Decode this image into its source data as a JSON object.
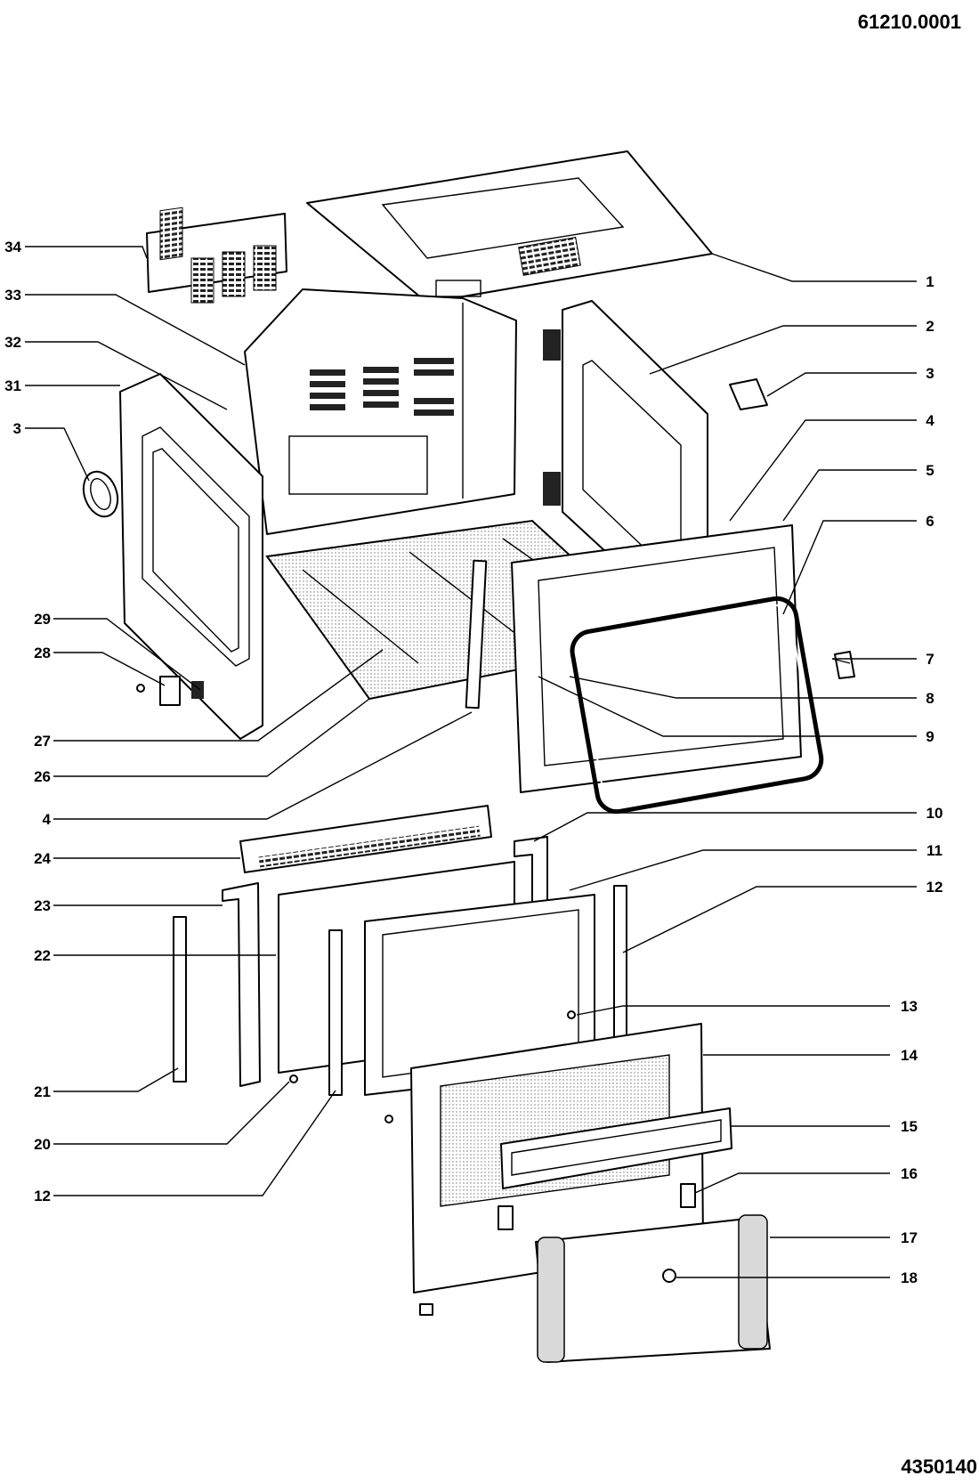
{
  "header": {
    "drawing_number": "61210.0001"
  },
  "footer": {
    "part_code": "4350140"
  },
  "callouts": {
    "n1": "1",
    "n2": "2",
    "n3_right": "3",
    "n4_right": "4",
    "n5": "5",
    "n6": "6",
    "n7": "7",
    "n8": "8",
    "n9": "9",
    "n10": "10",
    "n11": "11",
    "n12_right": "12",
    "n13": "13",
    "n14": "14",
    "n15": "15",
    "n16": "16",
    "n17": "17",
    "n18": "18",
    "n34": "34",
    "n33": "33",
    "n32": "32",
    "n31": "31",
    "n3_left": "3",
    "n29": "29",
    "n28": "28",
    "n27": "27",
    "n26": "26",
    "n4_left": "4",
    "n24": "24",
    "n23": "23",
    "n22": "22",
    "n21": "21",
    "n20": "20",
    "n12_left": "12"
  }
}
